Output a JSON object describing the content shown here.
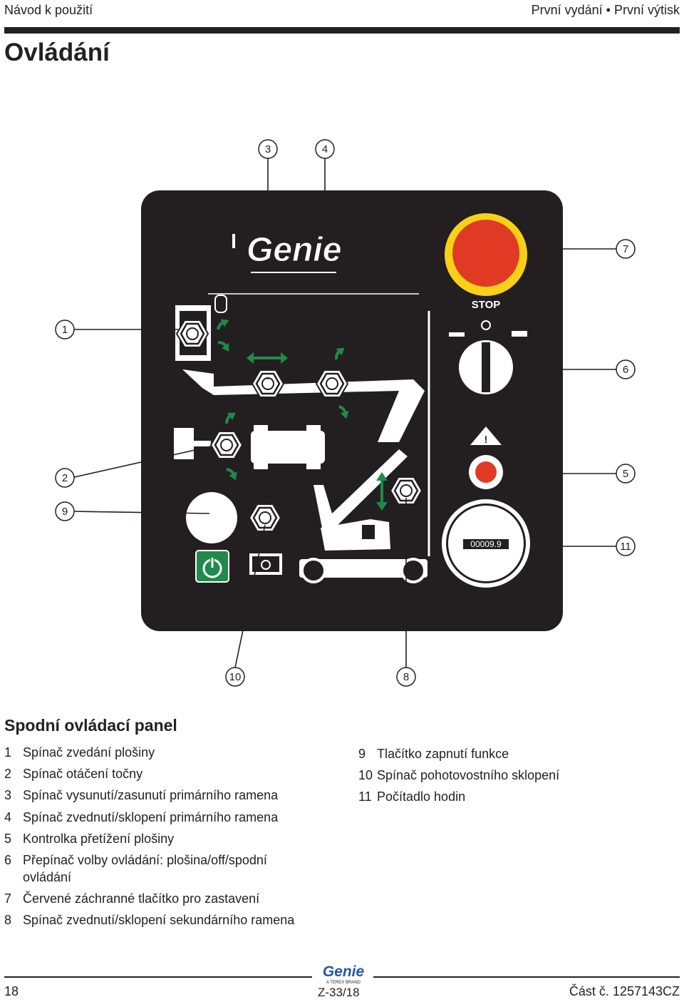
{
  "header": {
    "left": "Návod k použití",
    "right": "První vydání • První výtisk"
  },
  "page_title": "Ovládání",
  "diagram": {
    "brand_logo": "Genie",
    "stop_label": "STOP",
    "hour_meter": "00009.9",
    "callouts": [
      "1",
      "2",
      "3",
      "4",
      "5",
      "6",
      "7",
      "8",
      "9",
      "10",
      "11"
    ]
  },
  "section_title": "Spodní ovládací panel",
  "legend_left": [
    {
      "num": "1",
      "text": "Spínač zvedání plošiny"
    },
    {
      "num": "2",
      "text": "Spínač otáčení točny"
    },
    {
      "num": "3",
      "text": "Spínač vysunutí/zasunutí primárního ramena"
    },
    {
      "num": "4",
      "text": "Spínač zvednutí/sklopení primárního ramena"
    },
    {
      "num": "5",
      "text": "Kontrolka přetížení plošiny"
    },
    {
      "num": "6",
      "text": "Přepínač volby ovládání: plošina/off/spodní ovládání"
    },
    {
      "num": "7",
      "text": "Červené záchranné tlačítko pro zastavení"
    },
    {
      "num": "8",
      "text": "Spínač zvednutí/sklopení sekundárního ramena"
    }
  ],
  "legend_right": [
    {
      "num": "9",
      "text": "Tlačítko zapnutí funkce"
    },
    {
      "num": "10",
      "text": "Spínač pohotovostního sklopení"
    },
    {
      "num": "11",
      "text": "Počítadlo hodin"
    }
  ],
  "footer": {
    "page_number": "18",
    "model": "Z-33/18",
    "part_number": "Část č. 1257143CZ",
    "logo": "Genie",
    "logo_sub": "A TEREX BRAND"
  },
  "colors": {
    "panel": "#231f20",
    "stop_red": "#e03a24",
    "stop_yellow": "#f7d117",
    "arrow_green": "#1f8a4c",
    "power_green": "#1f8a4c"
  }
}
